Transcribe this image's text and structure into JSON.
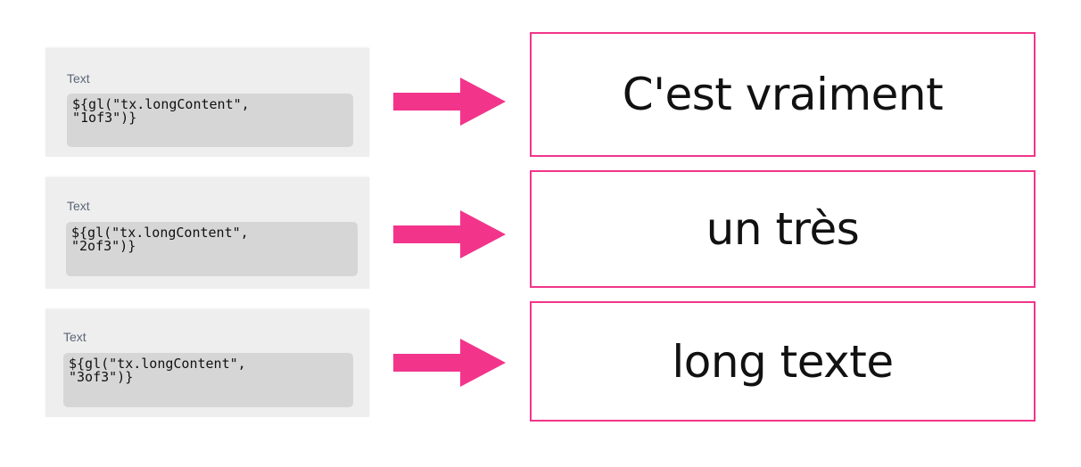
{
  "colors": {
    "accent": "#f2358b",
    "panel_bg": "#eeeeee",
    "value_bg": "#d6d6d6",
    "label_color": "#5c6678"
  },
  "rows": [
    {
      "input": {
        "label": "Text",
        "value": "${gl(\"tx.longContent\",\n\"1of3\")}"
      },
      "arrow_icon": "arrow-right-icon",
      "output": "C'est vraiment"
    },
    {
      "input": {
        "label": "Text",
        "value": "${gl(\"tx.longContent\",\n\"2of3\")}"
      },
      "arrow_icon": "arrow-right-icon",
      "output": "un très"
    },
    {
      "input": {
        "label": "Text",
        "value": "${gl(\"tx.longContent\",\n\"3of3\")}"
      },
      "arrow_icon": "arrow-right-icon",
      "output": "long texte"
    }
  ]
}
